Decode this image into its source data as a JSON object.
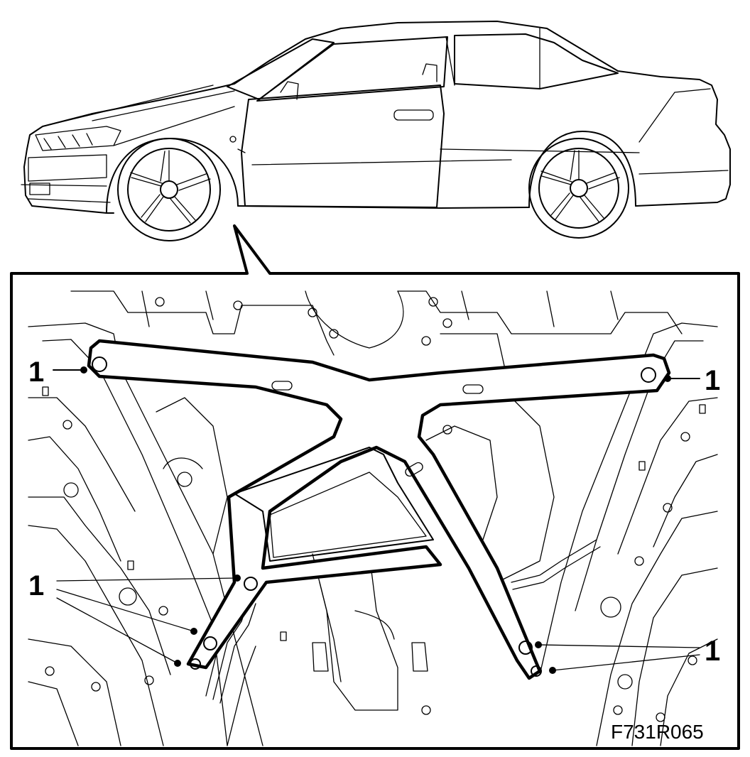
{
  "figure_id": "F731R065",
  "callouts": [
    {
      "label": "1"
    },
    {
      "label": "1"
    },
    {
      "label": "1"
    },
    {
      "label": "1"
    }
  ]
}
